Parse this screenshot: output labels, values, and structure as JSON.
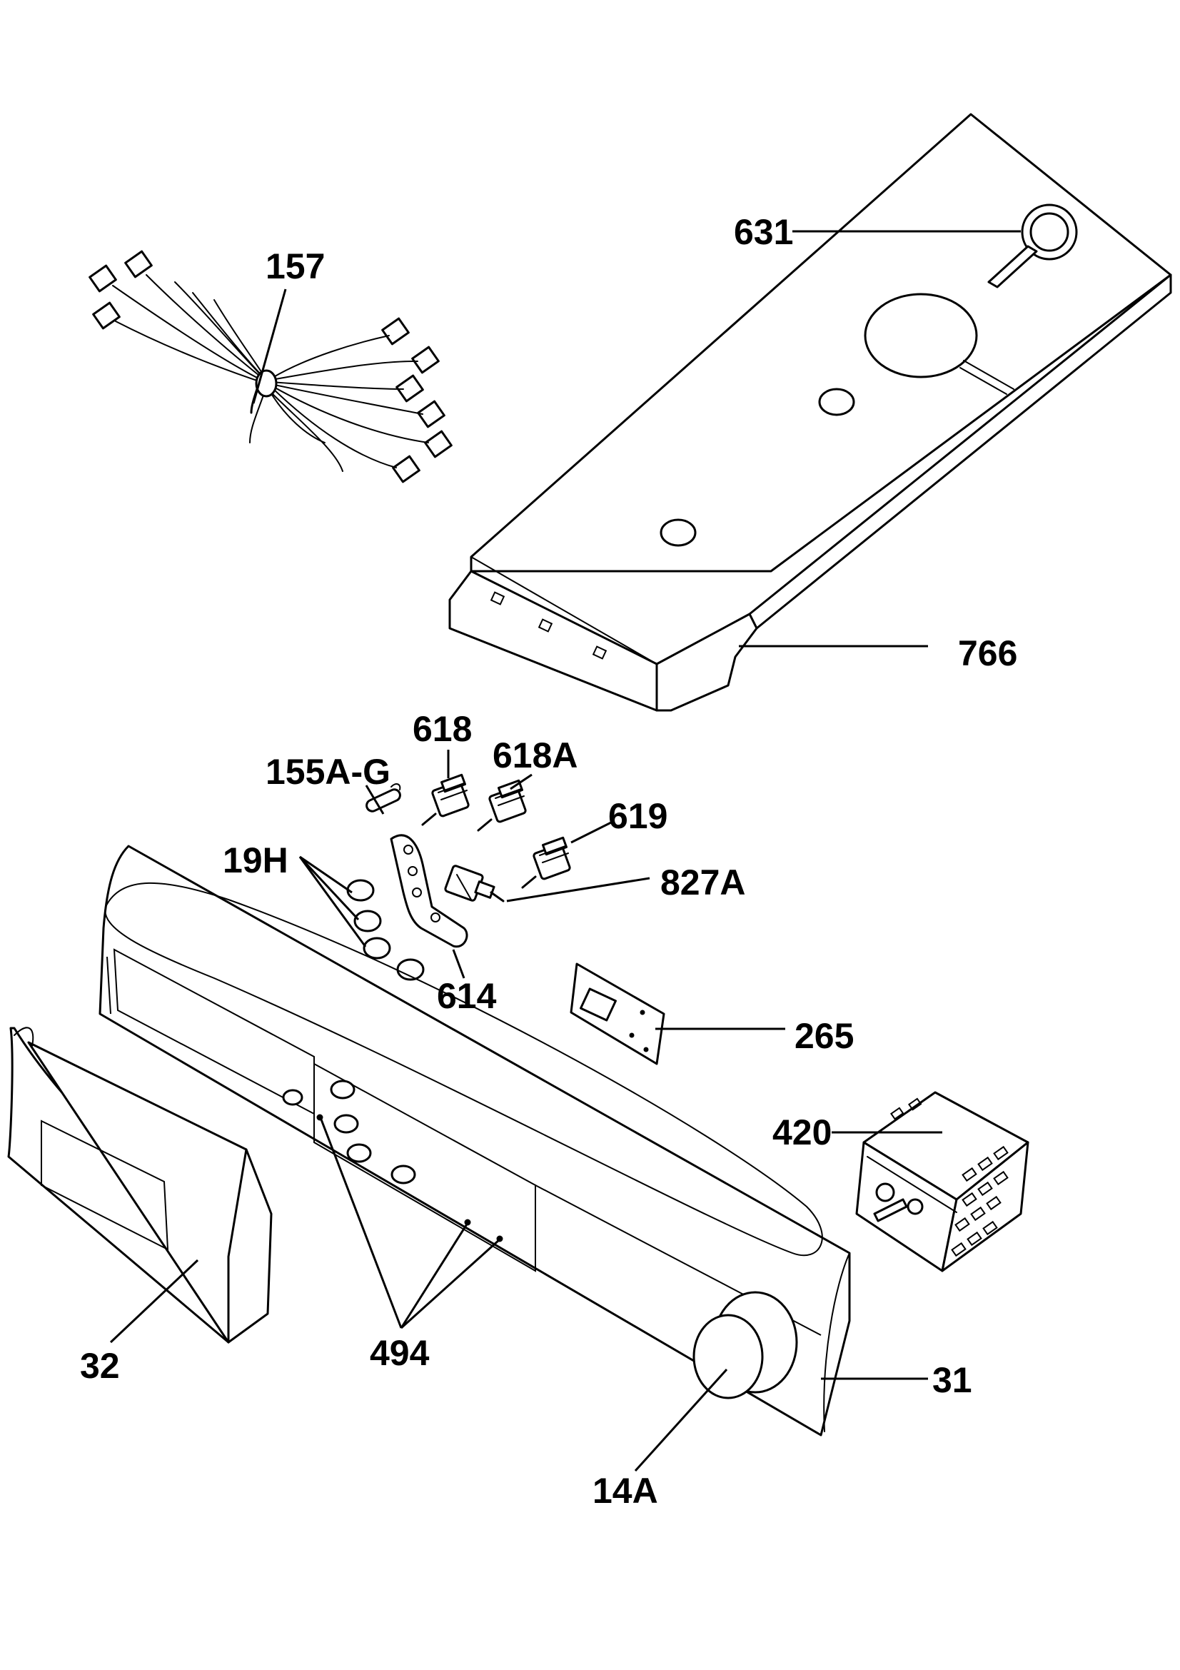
{
  "callouts": {
    "c631": "631",
    "c157": "157",
    "c766": "766",
    "c618": "618",
    "c618A": "618A",
    "c155AG": "155A-G",
    "c619": "619",
    "c19H": "19H",
    "c827A": "827A",
    "c614": "614",
    "c265": "265",
    "c420": "420",
    "c32": "32",
    "c494": "494",
    "c31": "31",
    "c14A": "14A"
  }
}
